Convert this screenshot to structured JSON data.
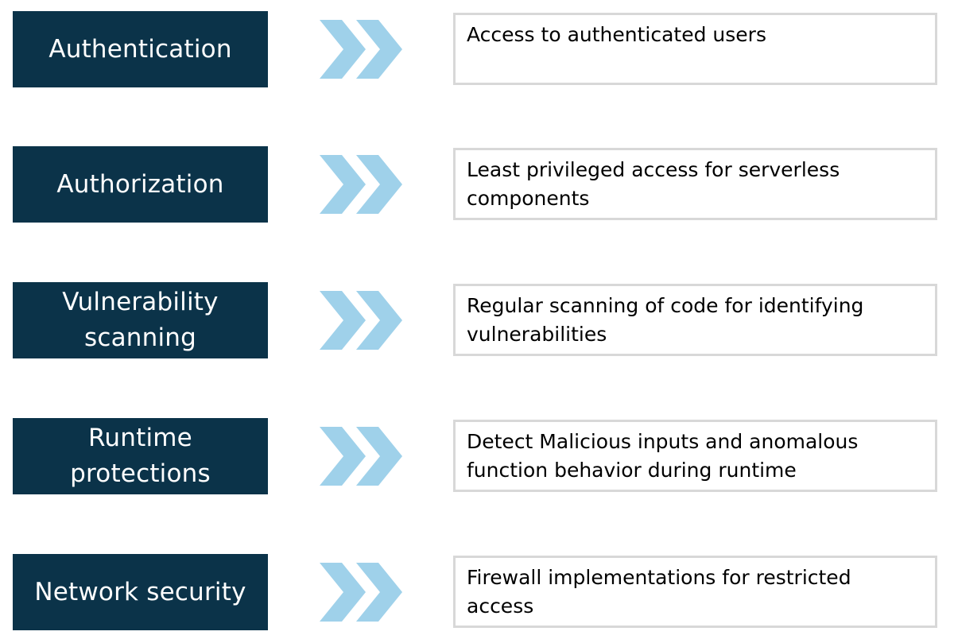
{
  "rows": [
    {
      "label": "Authentication",
      "description": "Access to authenticated users"
    },
    {
      "label": "Authorization",
      "description": "Least privileged access for serverless components"
    },
    {
      "label": "Vulnerability scanning",
      "description": "Regular scanning of code for identifying vulnerabilities"
    },
    {
      "label": "Runtime protections",
      "description": "Detect Malicious inputs  and anomalous function behavior during runtime"
    },
    {
      "label": "Network security",
      "description": "Firewall implementations for restricted access"
    }
  ],
  "colors": {
    "label_background": "#0b3349",
    "label_text": "#ffffff",
    "arrow": "#9fd1ea",
    "description_border": "#d8d8d8",
    "description_text": "#000000"
  },
  "icons": {
    "arrow": "double-chevron-right-icon"
  }
}
